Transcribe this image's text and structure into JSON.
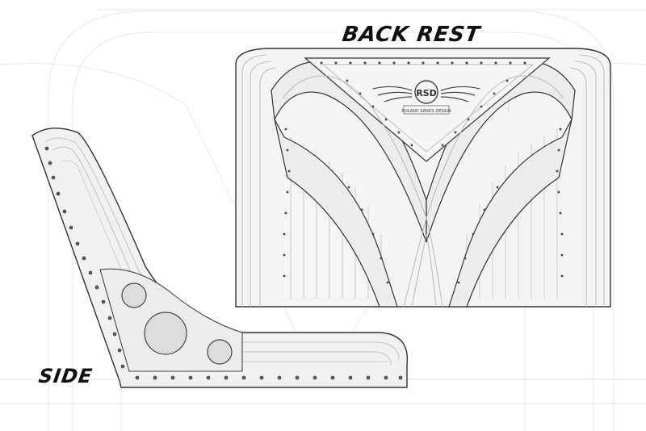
{
  "labels": {
    "back_rest": "BACK REST",
    "side": "SIDE"
  },
  "logo": {
    "monogram": "RSD",
    "caption": "ROLAND SANDS DESIGN"
  },
  "colors": {
    "background": "#ffffff",
    "panel_fill": "#efefef",
    "outline": "#333333",
    "stitch_line": "#c8c8c8",
    "rivet": "#555555",
    "circle_cutout": "#dcdcdc",
    "faint_background_lines": "#ebebeb"
  }
}
